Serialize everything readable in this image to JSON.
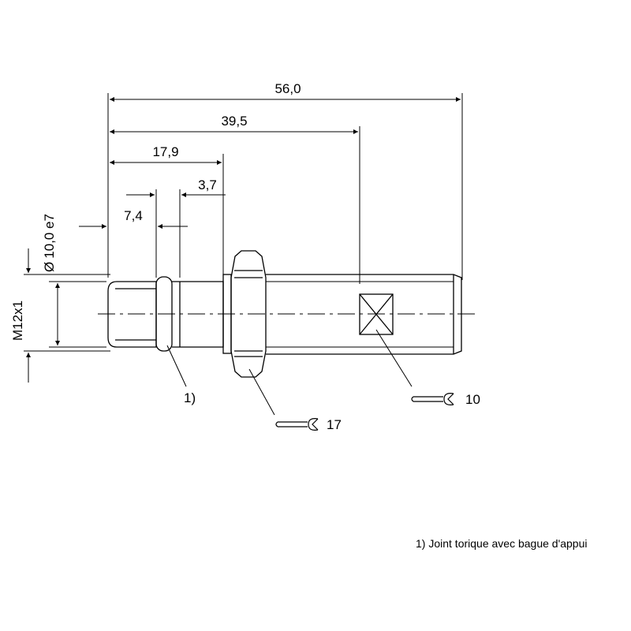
{
  "dimensions": {
    "overall_length": "56,0",
    "hex_to_end": "39,5",
    "front_length": "17,9",
    "nut_offset": "3,7",
    "oring_pos": "7,4",
    "diameter_symbol": "Ø",
    "diameter_value": "10,0 e7",
    "thread": "M12x1"
  },
  "callouts": {
    "oring_ref": "1)",
    "wrench_small": "10",
    "wrench_large": "17"
  },
  "footnote": "1) Joint torique avec bague d'appui"
}
